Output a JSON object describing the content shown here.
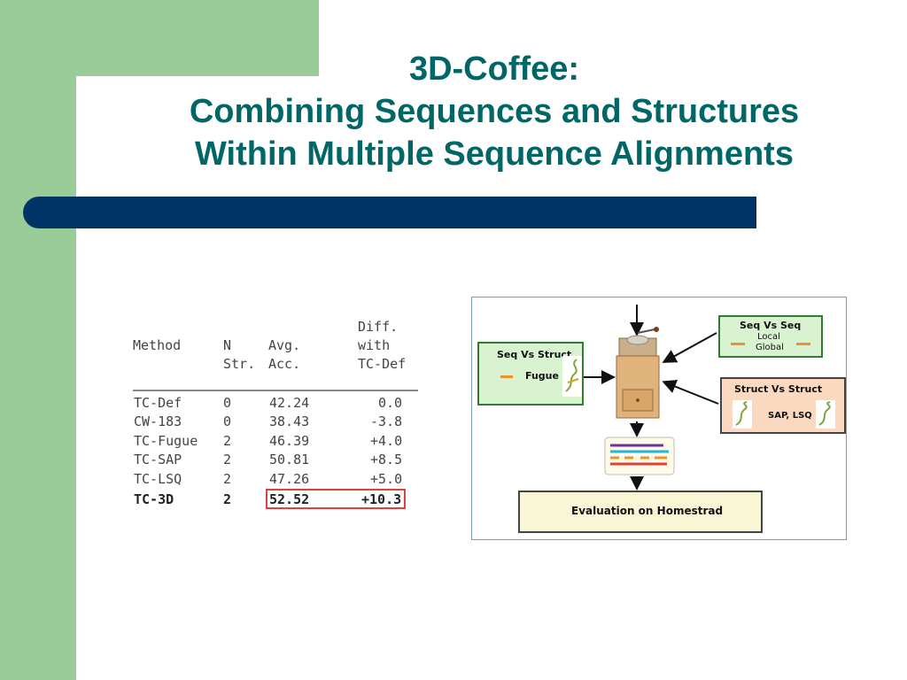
{
  "slide": {
    "title_lines": [
      "3D-Coffee:",
      "Combining Sequences and Structures",
      "Within Multiple Sequence Alignments"
    ]
  },
  "table": {
    "headers": {
      "method": "Method",
      "n": [
        "N",
        "Str."
      ],
      "avg": [
        "Avg.",
        "Acc."
      ],
      "diff": [
        "Diff.",
        "with",
        "TC-Def"
      ]
    },
    "rows": [
      {
        "method": "TC-Def",
        "n": "0",
        "avg": "42.24",
        "diff": "0.0"
      },
      {
        "method": "CW-183",
        "n": "0",
        "avg": "38.43",
        "diff": "-3.8"
      },
      {
        "method": "TC-Fugue",
        "n": "2",
        "avg": "46.39",
        "diff": "+4.0"
      },
      {
        "method": "TC-SAP",
        "n": "2",
        "avg": "50.81",
        "diff": "+8.5"
      },
      {
        "method": "TC-LSQ",
        "n": "2",
        "avg": "47.26",
        "diff": "+5.0"
      },
      {
        "method": "TC-3D",
        "n": "2",
        "avg": "52.52",
        "diff": "+10.3"
      }
    ]
  },
  "diagram": {
    "seq_vs_struct": {
      "title": "Seq Vs Struct",
      "item": "Fugue"
    },
    "seq_vs_seq": {
      "title": "Seq Vs Seq",
      "items": [
        "Local",
        "Global"
      ]
    },
    "struct_vs_struct": {
      "title": "Struct Vs Struct",
      "item": "SAP, LSQ"
    },
    "evaluation": "Evaluation on Homestrad",
    "colors": {
      "green_box": "#d9f2d0",
      "peach_box": "#fbd9c0",
      "eval_box": "#f8f6d4",
      "accent_orange": "#f09030"
    }
  }
}
